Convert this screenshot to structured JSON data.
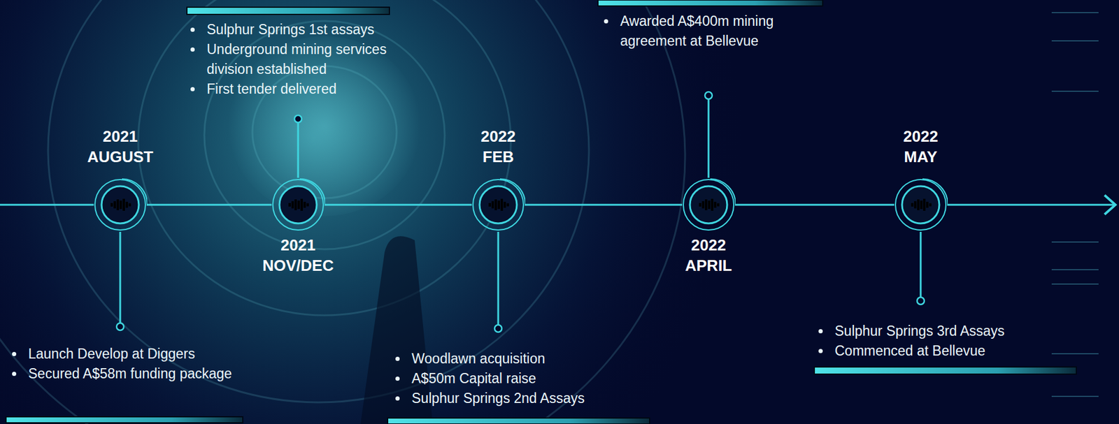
{
  "diagram": {
    "nodes": [
      {
        "text": [
          "2021 AUGUST"
        ]
      },
      {
        "text": [
          "2021 NOV/DEC"
        ]
      },
      {
        "text": [
          "2022 FEB"
        ]
      },
      {
        "text": [
          "2022 APRIL"
        ]
      },
      {
        "text": [
          "2022 MAY"
        ]
      }
    ],
    "edges": [
      {
        "from": 0,
        "to": 1,
        "arrow": "none"
      },
      {
        "from": 1,
        "to": 2,
        "arrow": "none"
      },
      {
        "from": 2,
        "to": 3,
        "arrow": "none"
      },
      {
        "from": 3,
        "to": 4,
        "arrow": "none"
      }
    ],
    "labels": [
      "Launch Develop at Diggers",
      "Secured A$58m funding package",
      "Sulphur Springs 1st assays",
      "Underground mining services division established",
      "First tender delivered",
      "Woodlawn acquisition",
      "A$50m Capital raise",
      "Sulphur Springs 2nd Assays",
      "Awarded A$400m mining agreement at Bellevue",
      "Sulphur Springs 3rd Assays",
      "Commenced at Bellevue"
    ]
  }
}
